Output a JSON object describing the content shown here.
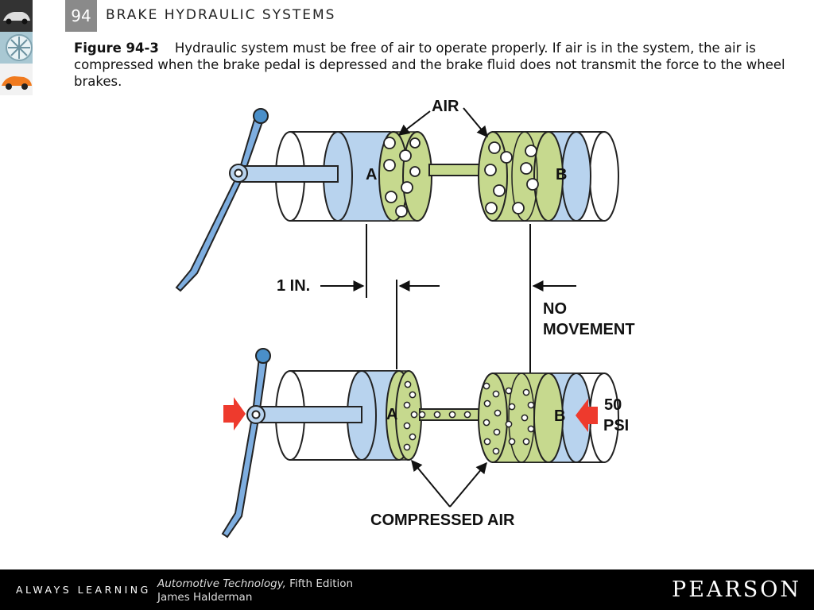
{
  "header": {
    "chapter_number": "94",
    "chapter_title": "BRAKE HYDRAULIC SYSTEMS",
    "thumbnails": [
      "car-silhouette-thumbnail",
      "wheel-rim-thumbnail",
      "orange-car-thumbnail"
    ]
  },
  "caption": {
    "figure_label": "Figure 94-3",
    "text": "Hydraulic system must be free of air to operate properly. If air is in the system, the air is compressed when the brake pedal is depressed and the brake fluid does not transmit the force to the wheel brakes."
  },
  "diagram": {
    "labels": {
      "air": "AIR",
      "piston_a": "A",
      "piston_b": "B",
      "distance": "1 IN.",
      "no_movement_line1": "NO",
      "no_movement_line2": "MOVEMENT",
      "pressure_value": "50",
      "pressure_unit": "PSI",
      "compressed_air": "COMPRESSED AIR"
    },
    "colors": {
      "piston_blue": "#b8d3ee",
      "fluid_green": "#c6d98e",
      "arrow_red": "#ee3a2d",
      "pedal_blue": "#7eaee0"
    }
  },
  "footer": {
    "tagline": "ALWAYS LEARNING",
    "book_title": "Automotive Technology,",
    "edition": " Fifth Edition",
    "author": "James Halderman",
    "publisher": "PEARSON"
  }
}
